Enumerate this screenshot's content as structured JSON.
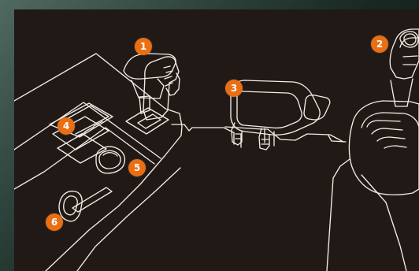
{
  "callouts": [
    {
      "number": "1",
      "component": "gear-lever-handle"
    },
    {
      "number": "2",
      "component": "joystick"
    },
    {
      "number": "3",
      "component": "display-screen"
    },
    {
      "number": "4",
      "component": "switch-panel"
    },
    {
      "number": "5",
      "component": "round-knob"
    },
    {
      "number": "6",
      "component": "small-lever"
    }
  ],
  "colors": {
    "background": "#211916",
    "outer_background": "#30463f",
    "line": "#f2ece6",
    "callout": "#ea6f12",
    "callout_text": "#ffffff"
  }
}
